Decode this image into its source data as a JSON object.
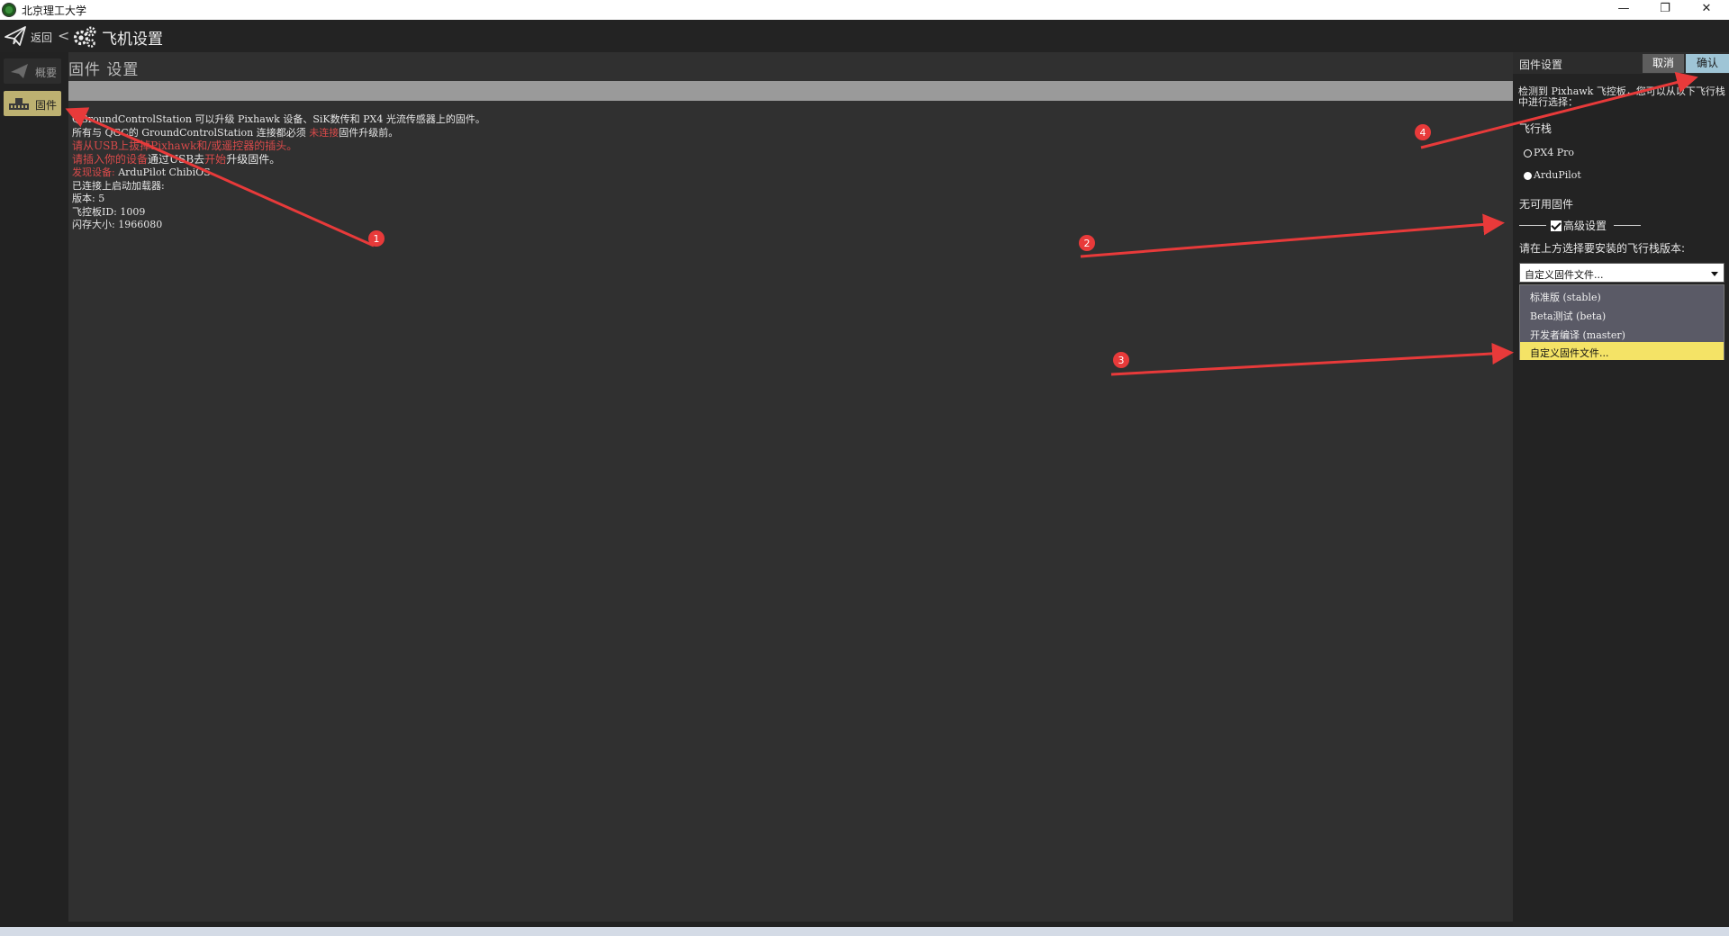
{
  "window": {
    "title": "北京理工大学",
    "controls": {
      "minimize": "—",
      "restore": "❐",
      "close": "✕"
    }
  },
  "toolbar": {
    "back_label": "返回",
    "chevron": "<",
    "page_title": "飞机设置"
  },
  "leftnav": {
    "items": [
      {
        "label": "概要",
        "icon": "plane-icon",
        "active": false
      },
      {
        "label": "固件",
        "icon": "firmware-icon",
        "active": true
      }
    ]
  },
  "main": {
    "section_title": "固件 设置",
    "log": [
      {
        "text": "QGroundControlStation 可以升级 Pixhawk 设备、SiK数传和 PX4 光流传感器上的固件。",
        "color": "normal"
      },
      {
        "text": "所有与 QGC的 GroundControlStation 连接都必须 未连接固件升级前。",
        "color": "normal"
      },
      {
        "text": "请从USB上拔掉Pixhawk和/或遥控器的插头。",
        "color": "red"
      },
      {
        "text": "请插入你的设备通过USB去开始升级固件。",
        "color": "mixed"
      },
      {
        "text": "发现设备: ArduPilot ChibiOS",
        "color": "mixed"
      },
      {
        "text": "已连接上启动加载器:",
        "color": "normal"
      },
      {
        "text": "版本: 5",
        "color": "normal"
      },
      {
        "text": "飞控板ID: 1009",
        "color": "normal"
      },
      {
        "text": "闪存大小:  1966080",
        "color": "normal"
      }
    ]
  },
  "rightpanel": {
    "title": "固件设置",
    "cancel_label": "取消",
    "confirm_label": "确认",
    "detected_text": "检测到 Pixhawk 飞控板，您可以从以下飞行栈中进行选择：",
    "flight_stack_label": "飞行栈",
    "radios": [
      {
        "label": "PX4 Pro",
        "checked": false
      },
      {
        "label": "ArduPilot",
        "checked": true
      }
    ],
    "no_firmware_label": "无可用固件",
    "advanced_label": "高级设置",
    "advanced_checked": true,
    "select_version_label": "请在上方选择要安装的飞行栈版本:",
    "combo_value": "自定义固件文件...",
    "dropdown_options": [
      {
        "label": "标准版 (stable)",
        "selected": false
      },
      {
        "label": "Beta测试 (beta)",
        "selected": false
      },
      {
        "label": "开发者编译 (master)",
        "selected": false
      },
      {
        "label": "自定义固件文件...",
        "selected": true
      }
    ]
  },
  "annotations": {
    "markers": [
      "1",
      "2",
      "3",
      "4"
    ],
    "color": "#e83a3a"
  },
  "colors": {
    "active_nav": "#bdb171",
    "confirm_button": "#9fc5d6",
    "selected_option": "#f4e366",
    "warning_text": "#d94a4a"
  }
}
